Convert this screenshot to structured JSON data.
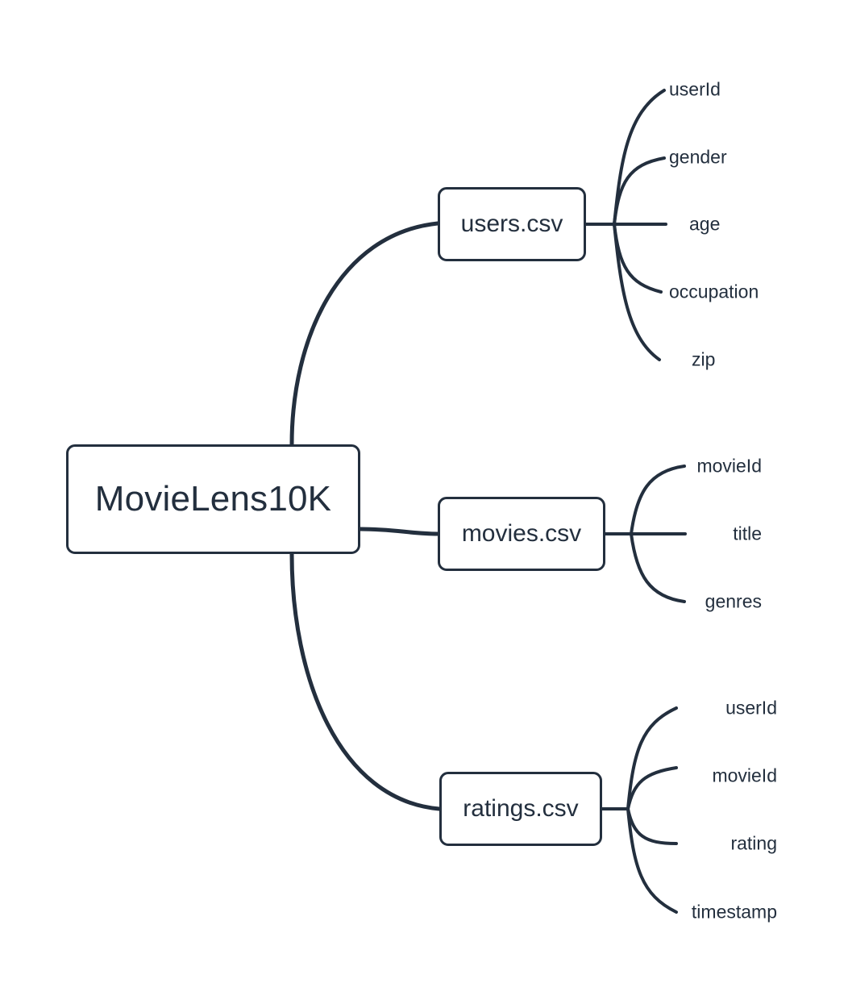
{
  "diagram": {
    "type": "mindmap",
    "title": "MovieLens10K",
    "background_color": "#ffffff",
    "stroke_color": "#232f3e",
    "text_color": "#232f3e",
    "root": {
      "label": "MovieLens10K"
    },
    "branches": [
      {
        "id": "users",
        "label": "users.csv",
        "leaves": [
          {
            "label": "userId"
          },
          {
            "label": "gender"
          },
          {
            "label": "age"
          },
          {
            "label": "occupation"
          },
          {
            "label": "zip"
          }
        ]
      },
      {
        "id": "movies",
        "label": "movies.csv",
        "leaves": [
          {
            "label": "movieId"
          },
          {
            "label": "title"
          },
          {
            "label": "genres"
          }
        ]
      },
      {
        "id": "ratings",
        "label": "ratings.csv",
        "leaves": [
          {
            "label": "userId"
          },
          {
            "label": "movieId"
          },
          {
            "label": "rating"
          },
          {
            "label": "timestamp"
          }
        ]
      }
    ]
  }
}
